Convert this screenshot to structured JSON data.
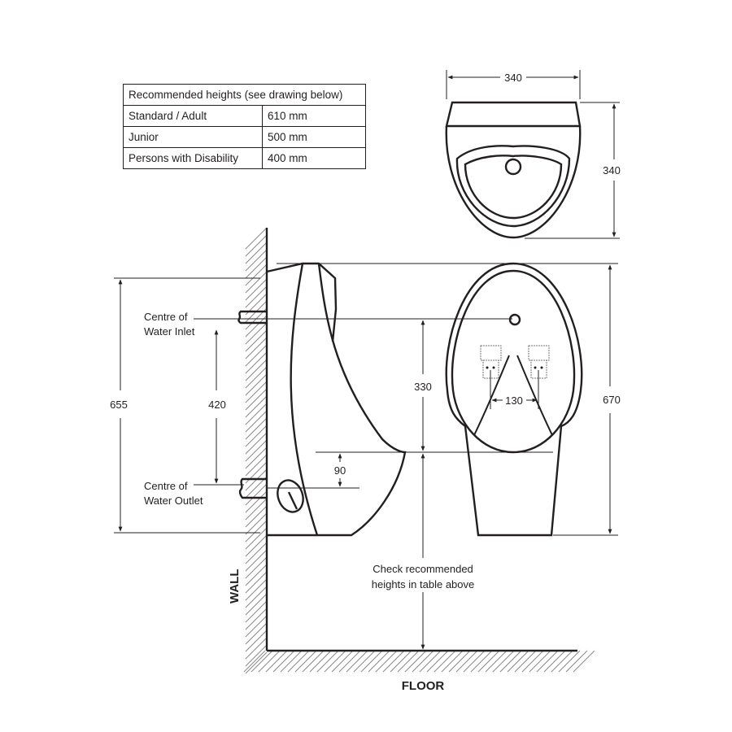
{
  "table": {
    "header": "Recommended heights (see drawing below)",
    "rows": [
      {
        "label": "Standard / Adult",
        "value": "610 mm"
      },
      {
        "label": "Junior",
        "value": "500 mm"
      },
      {
        "label": "Persons with Disability",
        "value": "400 mm"
      }
    ]
  },
  "dimensions": {
    "top_width": "340",
    "top_depth": "340",
    "overall_height_side": "655",
    "inlet_outlet": "420",
    "outlet_offset": "90",
    "inlet_to_spreader": "330",
    "sensor_spacing": "130",
    "overall_height_front": "670"
  },
  "labels": {
    "inlet_line1": "Centre of",
    "inlet_line2": "Water Inlet",
    "outlet_line1": "Centre of",
    "outlet_line2": "Water Outlet",
    "check_line1": "Check recommended",
    "check_line2": "heights in table above",
    "wall": "WALL",
    "floor": "FLOOR"
  }
}
